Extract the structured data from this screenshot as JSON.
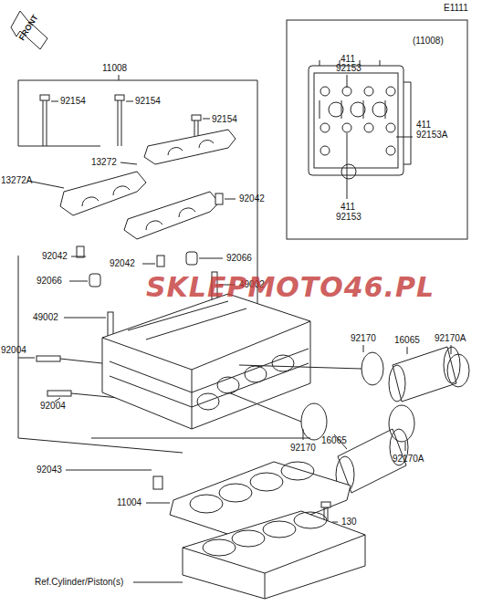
{
  "diagram": {
    "labels": [
      "E1111",
      "FRONT",
      "11008",
      "92154",
      "92154",
      "92154",
      "13272",
      "13272A",
      "92042",
      "92042",
      "92042",
      "92066",
      "92066",
      "49002",
      "49002",
      "92004",
      "92004",
      "92043",
      "11004",
      "130",
      "Ref.Cylinder/Piston(s)",
      "(11008)",
      "411",
      "92153",
      "411",
      "92153A",
      "411",
      "92153",
      "92170",
      "16065",
      "92170A",
      "92170",
      "16065",
      "92170A",
      "SKLEPMOTO46.PL"
    ]
  }
}
